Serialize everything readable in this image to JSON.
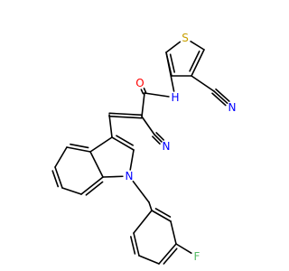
{
  "colors": {
    "bond": "#000000",
    "O": "#ff0000",
    "N": "#0000ff",
    "S": "#c8a000",
    "F": "#55bb66"
  },
  "atoms": [
    {
      "id": "S1",
      "label": "S",
      "el": "S"
    },
    {
      "id": "CN1",
      "label": "N",
      "el": "N"
    },
    {
      "id": "O1",
      "label": "O",
      "el": "O"
    },
    {
      "id": "NH",
      "label": "H",
      "el": "N"
    },
    {
      "id": "CN2",
      "label": "N",
      "el": "N"
    },
    {
      "id": "Nind",
      "label": "N",
      "el": "N"
    },
    {
      "id": "F1",
      "label": "F",
      "el": "F"
    }
  ]
}
